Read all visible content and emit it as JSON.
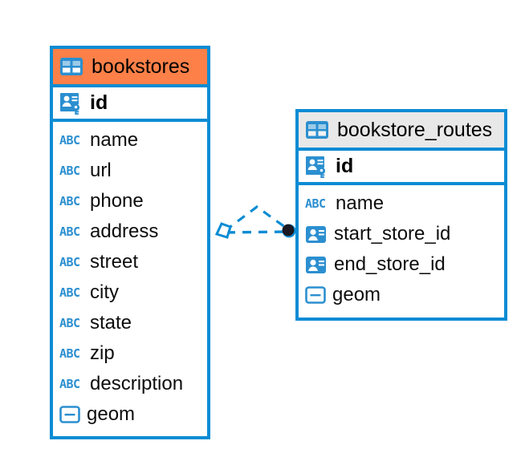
{
  "diagram": {
    "title": "database-schema-erd",
    "colors": {
      "border_blue": "#0b8cd4",
      "header_orange": "#fc8048",
      "header_gray": "#e8e8e8",
      "icon_blue": "#2196d6",
      "text_black": "#000000",
      "relation_endpoint": "#1a1a22"
    },
    "entities": [
      {
        "name": "bookstores",
        "header_style": "orange",
        "header_icon": "table-icon",
        "primary_key": {
          "label": "id",
          "icon": "primary-key-icon"
        },
        "fields": [
          {
            "label": "name",
            "icon": "abc-text-icon"
          },
          {
            "label": "url",
            "icon": "abc-text-icon"
          },
          {
            "label": "phone",
            "icon": "abc-text-icon"
          },
          {
            "label": "address",
            "icon": "abc-text-icon"
          },
          {
            "label": "street",
            "icon": "abc-text-icon"
          },
          {
            "label": "city",
            "icon": "abc-text-icon"
          },
          {
            "label": "state",
            "icon": "abc-text-icon"
          },
          {
            "label": "zip",
            "icon": "abc-text-icon"
          },
          {
            "label": "description",
            "icon": "abc-text-icon"
          },
          {
            "label": "geom",
            "icon": "geometry-icon"
          }
        ]
      },
      {
        "name": "bookstore_routes",
        "header_style": "gray",
        "header_icon": "table-icon",
        "primary_key": {
          "label": "id",
          "icon": "primary-key-icon"
        },
        "fields": [
          {
            "label": "name",
            "icon": "abc-text-icon"
          },
          {
            "label": "start_store_id",
            "icon": "foreign-key-icon"
          },
          {
            "label": "end_store_id",
            "icon": "foreign-key-icon"
          },
          {
            "label": "geom",
            "icon": "geometry-icon"
          }
        ]
      }
    ],
    "relationship": {
      "style": "dashed",
      "source_endpoint": "diamond",
      "target_endpoint": "filled-circle",
      "from": "bookstores",
      "to": "bookstore_routes"
    }
  }
}
